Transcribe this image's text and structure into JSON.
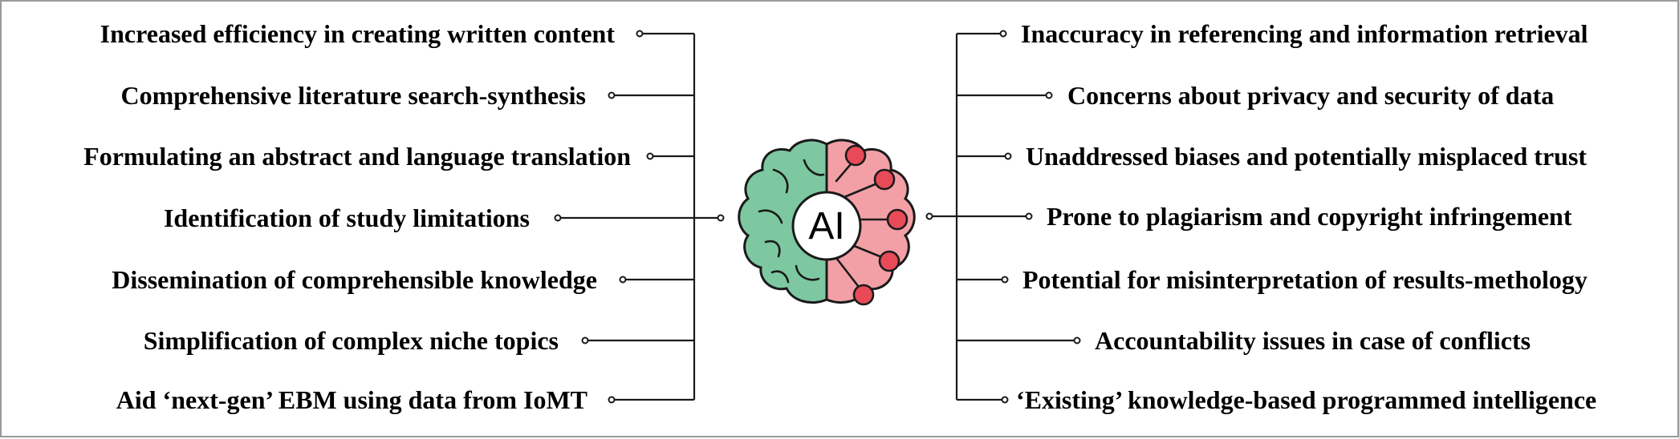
{
  "center": {
    "label": "AI"
  },
  "left_items": [
    "Increased efficiency in creating written content",
    "Comprehensive literature search-synthesis",
    "Formulating an abstract and language translation",
    "Identification of study limitations",
    "Dissemination of comprehensible knowledge",
    "Simplification of complex niche topics",
    "Aid ‘next-gen’ EBM using data from IoMT"
  ],
  "right_items": [
    "Inaccuracy in referencing and information retrieval",
    "Concerns about privacy and security of data",
    "Unaddressed biases and potentially misplaced trust",
    "Prone to plagiarism and copyright infringement",
    "Potential for misinterpretation of results-methology",
    "Accountability issues in case of conflicts",
    "‘Existing’ knowledge-based programmed intelligence"
  ],
  "colors": {
    "left_brain": "#7dc8a0",
    "right_brain": "#f2a0a6",
    "node_fill": "#e84a58",
    "outline": "#1a1a1a",
    "text": "#000000"
  }
}
